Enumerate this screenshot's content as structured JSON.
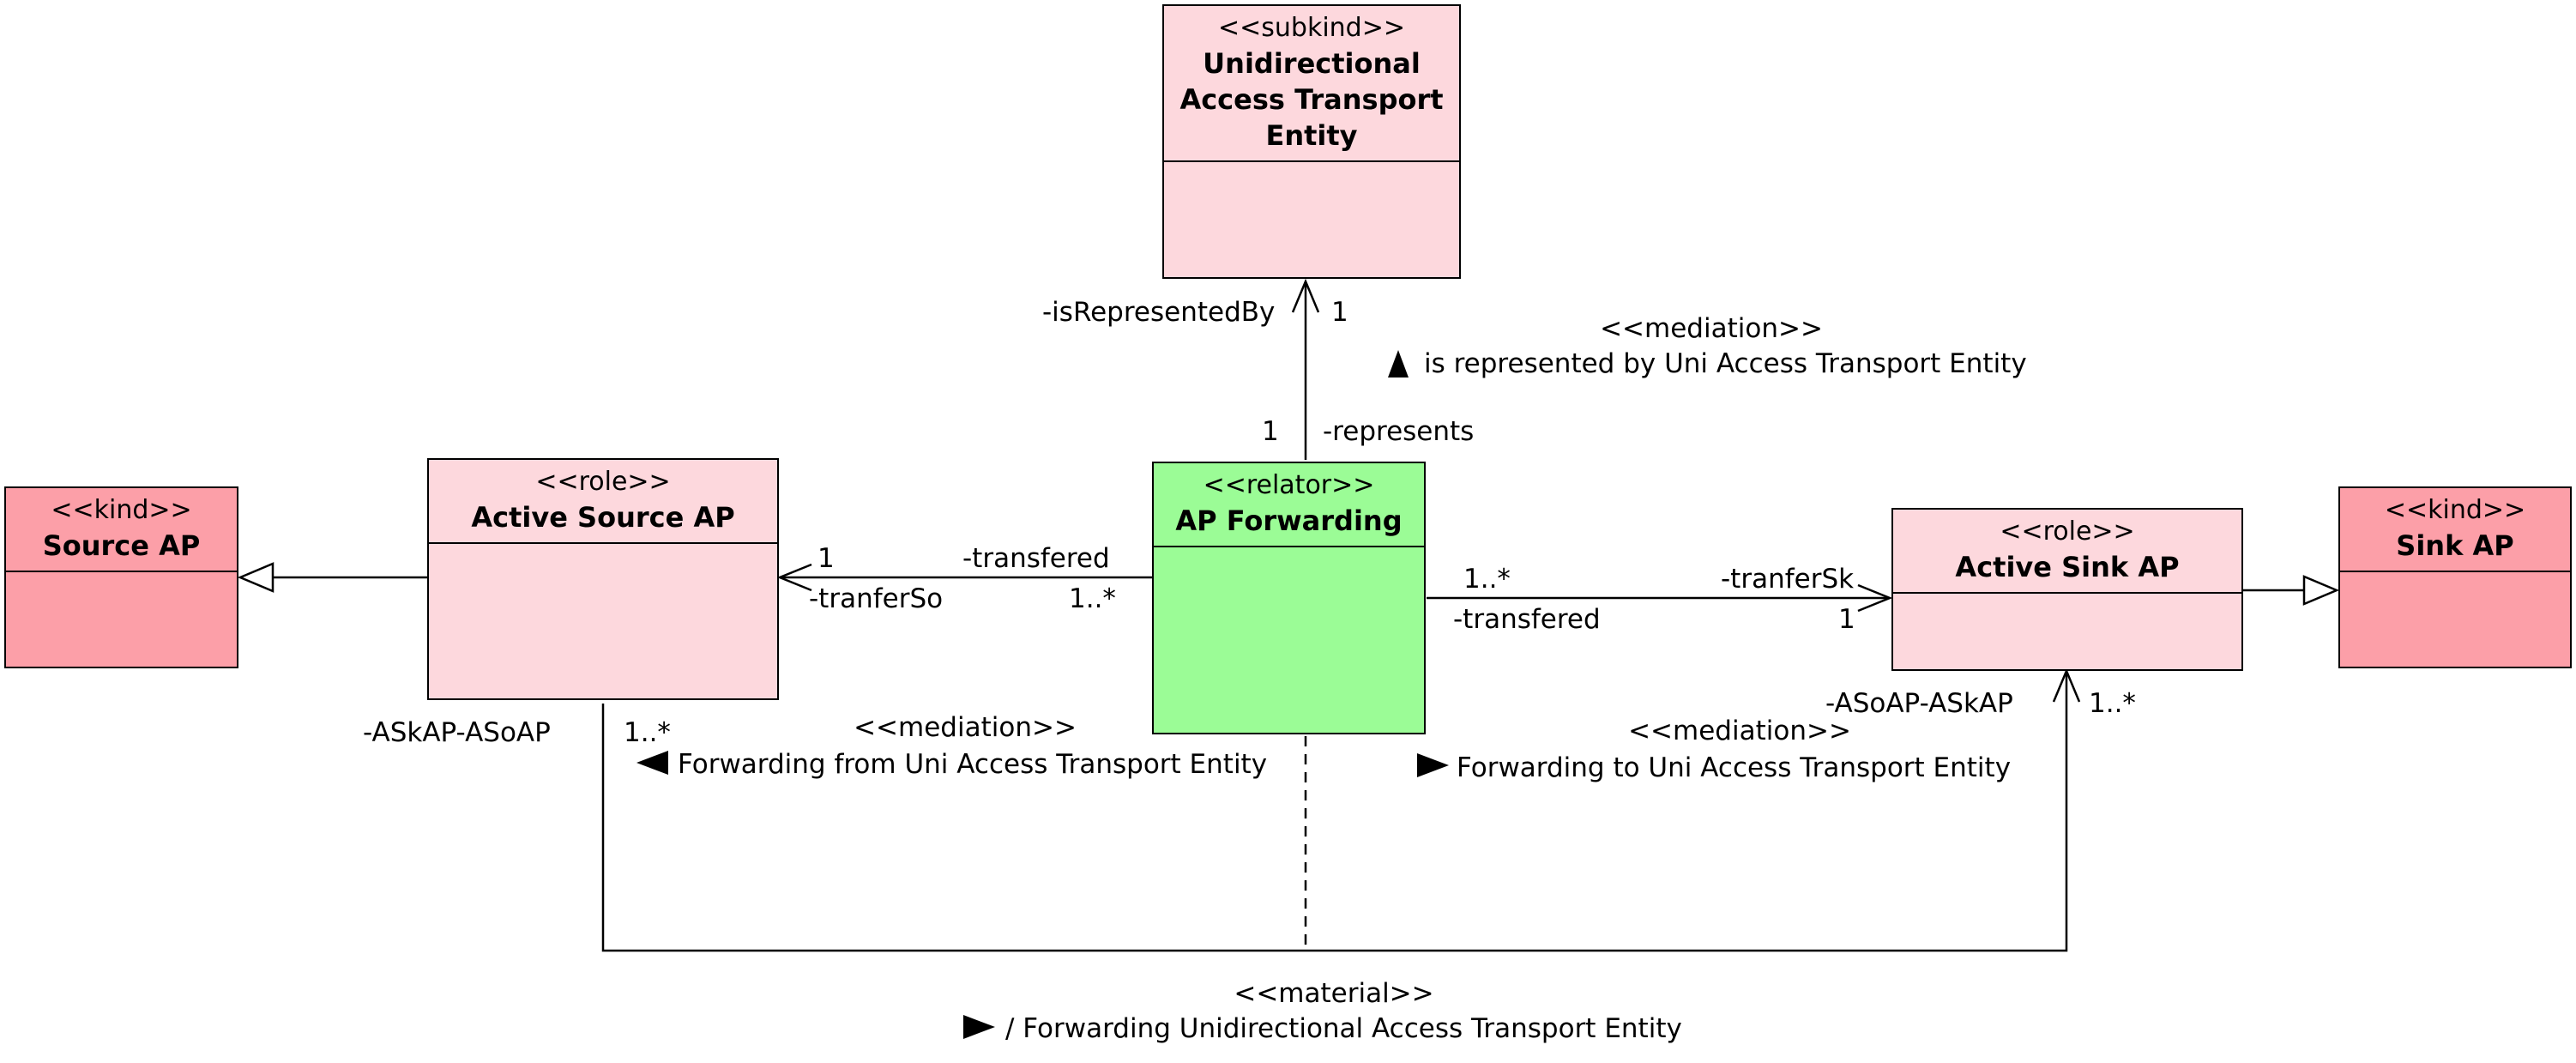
{
  "classes": {
    "uni_entity": {
      "stereotype": "<<subkind>>",
      "name_lines": [
        "Unidirectional",
        "Access Transport",
        "Entity"
      ]
    },
    "source_ap": {
      "stereotype": "<<kind>>",
      "name": "Source AP"
    },
    "active_source_ap": {
      "stereotype": "<<role>>",
      "name": "Active Source AP"
    },
    "ap_forwarding": {
      "stereotype": "<<relator>>",
      "name": "AP Forwarding"
    },
    "active_sink_ap": {
      "stereotype": "<<role>>",
      "name": "Active Sink AP"
    },
    "sink_ap": {
      "stereotype": "<<kind>>",
      "name": "Sink AP"
    }
  },
  "associations": {
    "represented": {
      "stereotype": "<<mediation>>",
      "name": "is represented by Uni Access Transport Entity",
      "direction_icon": "triangle-up-icon",
      "role_target": "-isRepresentedBy",
      "mult_target": "1",
      "role_source": "-represents",
      "mult_source": "1"
    },
    "from": {
      "stereotype": "<<mediation>>",
      "name": "Forwarding from Uni Access Transport Entity",
      "direction_icon": "triangle-left-icon",
      "mult_target": "1",
      "role_target": "-tranferSo",
      "role_source": "-transfered",
      "mult_source": "1..*"
    },
    "to": {
      "stereotype": "<<mediation>>",
      "name": "Forwarding to Uni Access Transport Entity",
      "direction_icon": "triangle-right-icon",
      "mult_source": "1..*",
      "role_source": "-transfered",
      "role_target": "-tranferSk",
      "mult_target": "1"
    },
    "material": {
      "stereotype": "<<material>>",
      "name": "/ Forwarding Unidirectional Access Transport Entity",
      "direction_icon": "triangle-right-icon",
      "role_left": "-ASkAP-ASoAP",
      "mult_left": "1..*",
      "role_right": "-ASoAP-ASkAP",
      "mult_right": "1..*"
    }
  }
}
